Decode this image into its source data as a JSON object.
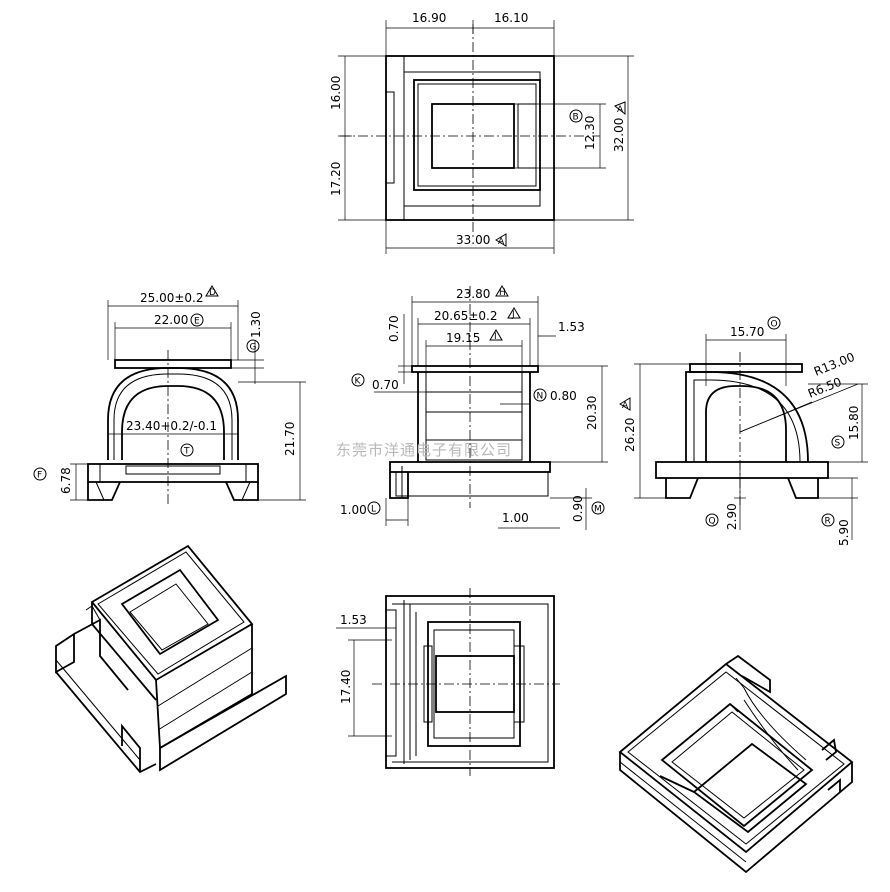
{
  "watermark": "东莞市洋通电子有限公司",
  "top_view": {
    "dim_left_width": "16.90",
    "dim_right_width": "16.10",
    "dim_upper_height": "16.00",
    "dim_lower_height": "17.20",
    "dim_window": "12.30",
    "dim_total_height": "32.00",
    "dim_total_width": "33.00",
    "marker_window": "B",
    "marker_height": "A",
    "marker_width": "A"
  },
  "front_view": {
    "dim_outer_width": "25.00±0.2",
    "dim_inner_width": "22.00",
    "dim_arch": "23.40+0.2/-0.1",
    "dim_flange": "1.30",
    "dim_total_height": "21.70",
    "dim_base_height": "6.78",
    "marker_outer": "D",
    "marker_inner": "E",
    "marker_flange": "G",
    "marker_arch": "T",
    "marker_base": "F"
  },
  "side_view": {
    "dim_top": "23.80",
    "dim_middle": "20.65±0.2",
    "dim_inner": "19.15",
    "dim_flange_thk": "0.70",
    "dim_flange_thk2": "0.70",
    "dim_gap": "1.53",
    "dim_wall": "0.80",
    "dim_height": "20.30",
    "dim_pin": "1.00",
    "dim_pin2": "1.00",
    "dim_pin_height": "0.90",
    "marker_top": "H",
    "marker_middle": "J",
    "marker_inner": "I",
    "marker_k": "K",
    "marker_n": "N",
    "marker_l": "L",
    "marker_m": "M"
  },
  "right_view": {
    "dim_width": "15.70",
    "dim_r_outer": "R13.00",
    "dim_r_inner": "R6.50",
    "dim_total_height": "26.20",
    "dim_height": "15.80",
    "dim_pin": "2.90",
    "dim_pin_height": "5.90",
    "marker_width": "O",
    "marker_height": "A",
    "marker_s": "S",
    "marker_q": "Q",
    "marker_r": "R"
  },
  "bottom_view": {
    "dim_gap": "1.53",
    "dim_height": "17.40"
  }
}
